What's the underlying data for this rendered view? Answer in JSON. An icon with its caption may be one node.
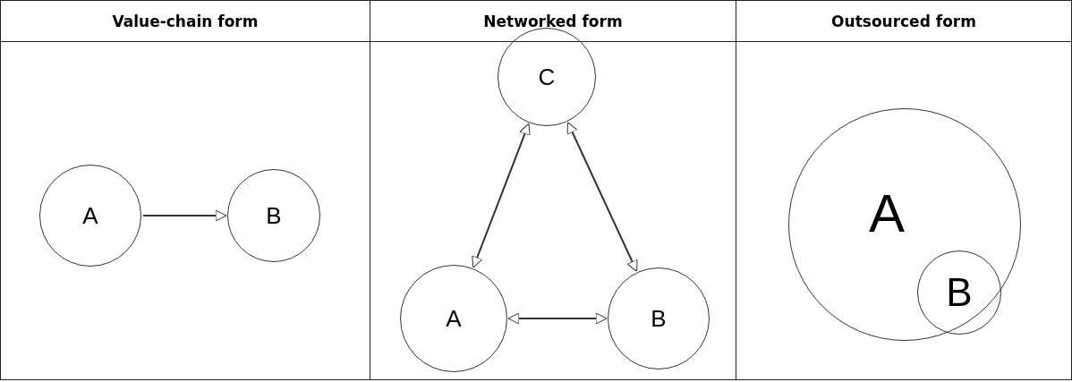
{
  "diagram": {
    "nodes": [
      {
        "text": [
          "Value-chain form"
        ]
      },
      {
        "text": [
          "A"
        ],
        "in": 0
      },
      {
        "text": [
          "B"
        ],
        "in": 0
      },
      {
        "text": [
          "Networked form"
        ]
      },
      {
        "text": [
          "C"
        ],
        "in": 3
      },
      {
        "text": [
          "A"
        ],
        "in": 3
      },
      {
        "text": [
          "B"
        ],
        "in": 3
      },
      {
        "text": [
          "Outsourced form"
        ]
      },
      {
        "text": [
          "A"
        ],
        "in": 7
      },
      {
        "text": [
          "B"
        ],
        "in": 8
      }
    ],
    "edges": [
      {
        "from": 1,
        "to": 2,
        "arrow": "to"
      },
      {
        "from": 5,
        "to": 4,
        "arrow": "both"
      },
      {
        "from": 6,
        "to": 4,
        "arrow": "both"
      },
      {
        "from": 5,
        "to": 6,
        "arrow": "both"
      }
    ]
  }
}
